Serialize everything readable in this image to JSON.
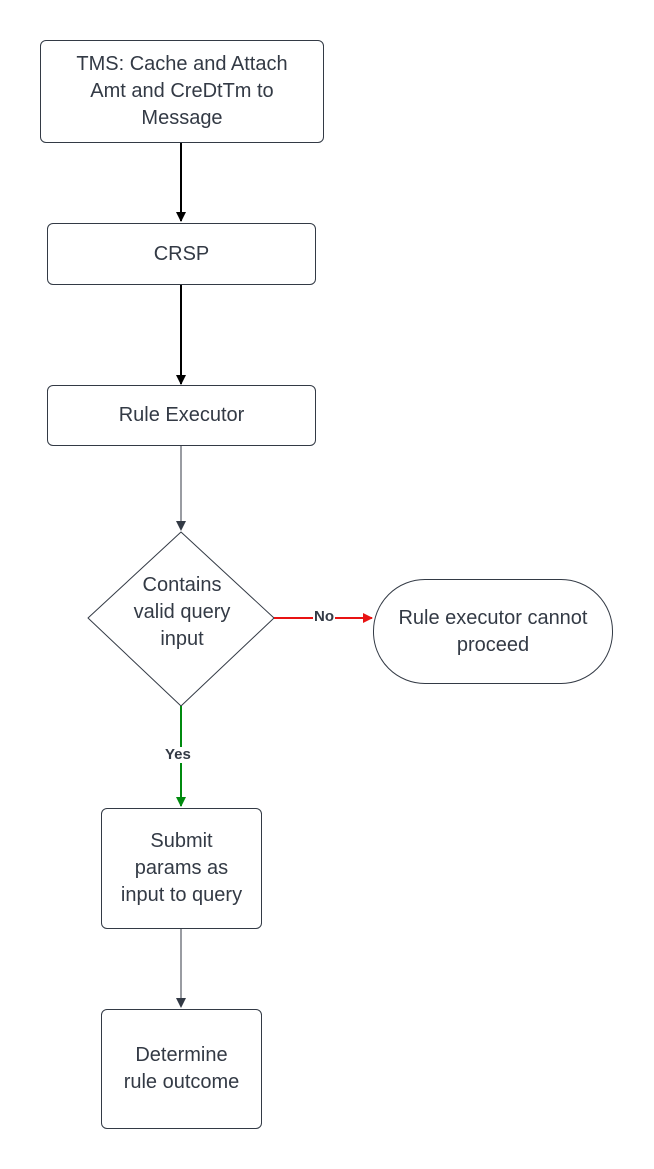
{
  "nodes": {
    "tms": "TMS: Cache and Attach\nAmt and CreDtTm to\nMessage",
    "crsp": "CRSP",
    "rule_executor": "Rule Executor",
    "decision": "Contains\nvalid query\ninput",
    "cannot_proceed": "Rule executor cannot\nproceed",
    "submit": "Submit\nparams as\ninput to query",
    "determine": "Determine\nrule outcome"
  },
  "edges": {
    "no_label": "No",
    "yes_label": "Yes"
  },
  "colors": {
    "stroke": "#333a45",
    "black_arrow": "#000000",
    "no_arrow": "#e81313",
    "yes_arrow": "#008a0e"
  }
}
